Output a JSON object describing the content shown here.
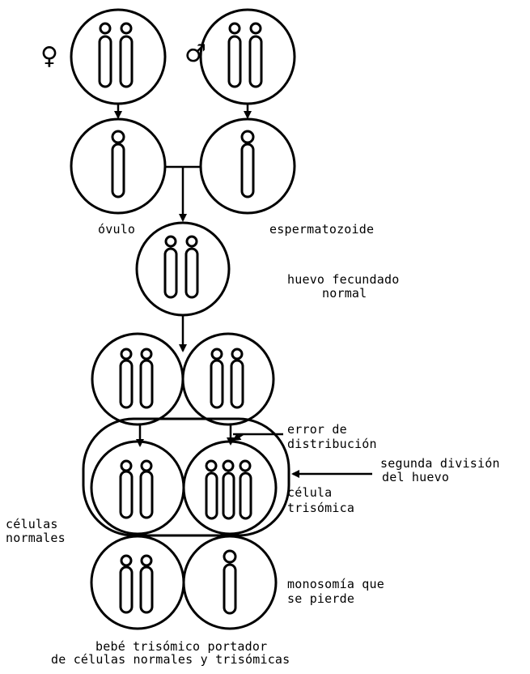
{
  "symbols": {
    "female": "♀",
    "male": "♂"
  },
  "labels": {
    "ovulo": "óvulo",
    "espermatozoide": "espermatozoide",
    "huevo_l1": "huevo fecundado",
    "huevo_l2": "normal",
    "error_l1": "error de",
    "error_l2": "distribución",
    "segunda_l1": "segunda división",
    "segunda_l2": "del huevo",
    "celula_l1": "célula",
    "celula_l2": "trisómica",
    "normales_l1": "células",
    "normales_l2": "normales",
    "mono_l1": "monosomía que",
    "mono_l2": "se pierde",
    "bebe_l1": "bebé trisómico portador",
    "bebe_l2": "de células normales y trisómicas"
  },
  "colors": {
    "ink": "#000000",
    "paper": "#ffffff"
  }
}
